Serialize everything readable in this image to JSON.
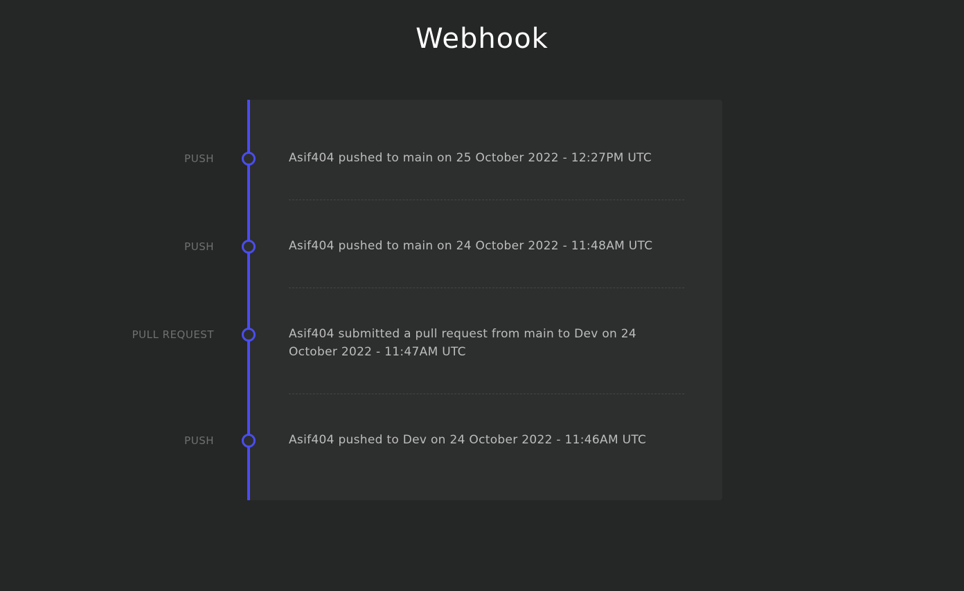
{
  "page": {
    "title": "Webhook"
  },
  "colors": {
    "background": "#252626",
    "card": "#2d2e2e",
    "accent": "#4a4df0",
    "event_type_text": "#6f7070",
    "event_text": "#bdbdbd"
  },
  "events": [
    {
      "type": "PUSH",
      "text": "Asif404 pushed to main on 25 October 2022 - 12:27PM UTC"
    },
    {
      "type": "PUSH",
      "text": "Asif404 pushed to main on 24 October 2022 - 11:48AM UTC"
    },
    {
      "type": "PULL REQUEST",
      "text": "Asif404 submitted a pull request from main to Dev on 24 October 2022 - 11:47AM UTC"
    },
    {
      "type": "PUSH",
      "text": "Asif404 pushed to Dev on 24 October 2022 - 11:46AM UTC"
    }
  ]
}
